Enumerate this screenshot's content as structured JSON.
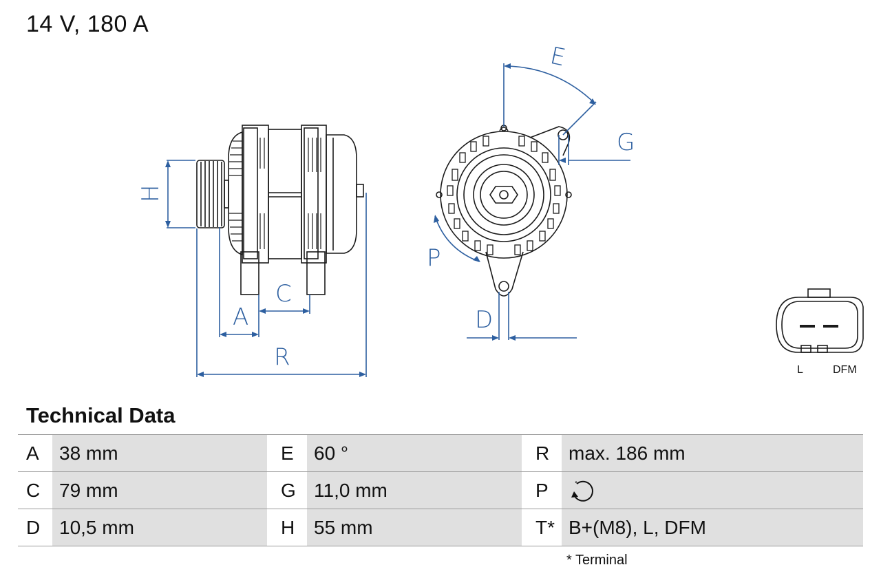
{
  "title": "14 V, 180 A",
  "diagram": {
    "dim_labels": {
      "A": "A",
      "C": "C",
      "R": "R",
      "H": "H",
      "E": "E",
      "G": "G",
      "P": "P",
      "D": "D"
    },
    "connector": {
      "left": "L",
      "right": "DFM"
    },
    "dim_color": "#2d5fa0"
  },
  "technical_data": {
    "title": "Technical Data",
    "rows": [
      [
        {
          "key": "A",
          "value": "38 mm"
        },
        {
          "key": "E",
          "value": "60 °"
        },
        {
          "key": "R",
          "value": "max. 186 mm"
        }
      ],
      [
        {
          "key": "C",
          "value": "79 mm"
        },
        {
          "key": "G",
          "value": "11,0 mm"
        },
        {
          "key": "P",
          "value": "",
          "icon": "rotation-direction-icon"
        }
      ],
      [
        {
          "key": "D",
          "value": "10,5 mm"
        },
        {
          "key": "H",
          "value": "55 mm"
        },
        {
          "key": "T*",
          "value": "B+(M8), L, DFM"
        }
      ]
    ],
    "footnote": "* Terminal"
  }
}
